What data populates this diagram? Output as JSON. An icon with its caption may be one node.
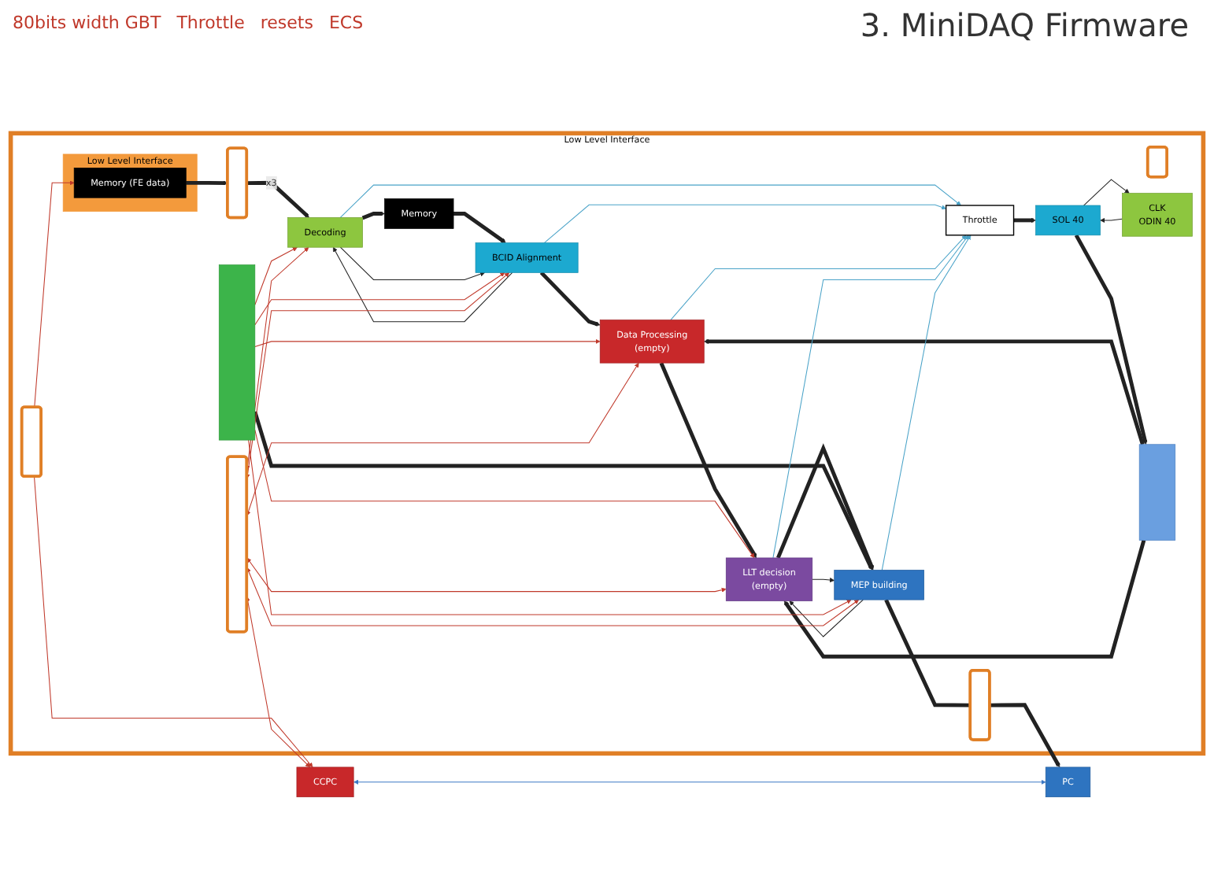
{
  "diagram": {
    "title": "3. MiniDAQ Firmware",
    "nodes": [
      {
        "text": [
          "Low Level Interface"
        ]
      },
      {
        "text": [
          "Low Level Interface"
        ],
        "in": 0
      },
      {
        "text": [
          "Memory (FE data)"
        ],
        "in": 1
      },
      {
        "text": [],
        "shape": "box",
        "in": 0
      },
      {
        "text": [],
        "shape": "box",
        "in": 0
      },
      {
        "text": [],
        "shape": "box",
        "in": 0
      },
      {
        "text": [],
        "shape": "box",
        "in": 0
      },
      {
        "text": [],
        "shape": "box",
        "in": 0
      },
      {
        "text": [
          "CLK",
          "ODIN 40"
        ],
        "in": 0
      },
      {
        "text": [
          "SOL 40"
        ],
        "in": 0
      },
      {
        "text": [
          "Throttle"
        ],
        "in": 0
      },
      {
        "text": [],
        "shape": "bar",
        "in": 0
      },
      {
        "text": [],
        "shape": "bar",
        "in": 0
      },
      {
        "text": [
          "Decoding"
        ],
        "in": 0
      },
      {
        "text": [
          "Memory"
        ],
        "in": 0
      },
      {
        "text": [
          "BCID Alignment"
        ],
        "in": 0
      },
      {
        "text": [
          "Data Processing",
          "(empty)"
        ],
        "in": 0
      },
      {
        "text": [
          "LLT decision",
          "(empty)"
        ],
        "in": 0
      },
      {
        "text": [
          "MEP building"
        ],
        "in": 0
      },
      {
        "text": [
          "CCPC"
        ]
      },
      {
        "text": [
          "PC"
        ]
      }
    ],
    "edges": [
      {
        "from": 3,
        "to": 2,
        "arrow": "to",
        "color": "#c0392b"
      },
      {
        "from": 3,
        "to": 19,
        "arrow": "to",
        "color": "#c0392b"
      },
      {
        "from": 2,
        "to": 4,
        "arrow": "to",
        "style": "thick"
      },
      {
        "from": 4,
        "to": 13,
        "arrow": "to",
        "label": "x3",
        "style": "thick"
      },
      {
        "from": 13,
        "to": 14,
        "arrow": "to",
        "style": "thick"
      },
      {
        "from": 14,
        "to": 15,
        "arrow": "to",
        "style": "thick"
      },
      {
        "from": 15,
        "to": 16,
        "arrow": "to",
        "style": "thick"
      },
      {
        "from": 16,
        "to": 17,
        "arrow": "to",
        "style": "thick"
      },
      {
        "from": 17,
        "to": 18,
        "arrow": "to",
        "style": "thick"
      },
      {
        "from": 18,
        "to": 5,
        "arrow": "none",
        "style": "thick"
      },
      {
        "from": 5,
        "to": 20,
        "arrow": "to",
        "style": "thick"
      },
      {
        "from": 9,
        "to": 8,
        "arrow": "to"
      },
      {
        "from": 8,
        "to": 9,
        "arrow": "to"
      },
      {
        "from": 10,
        "to": 9,
        "arrow": "to",
        "style": "thick"
      },
      {
        "from": 9,
        "to": 12,
        "arrow": "to",
        "style": "thick"
      },
      {
        "from": 12,
        "to": 16,
        "arrow": "to",
        "style": "thick"
      },
      {
        "from": 12,
        "to": 17,
        "arrow": "to",
        "style": "thick"
      },
      {
        "from": 11,
        "to": 18,
        "arrow": "to",
        "style": "thick"
      },
      {
        "from": 15,
        "to": 13,
        "arrow": "to"
      },
      {
        "from": 13,
        "to": 15,
        "arrow": "to"
      },
      {
        "from": 18,
        "to": 17,
        "arrow": "to"
      },
      {
        "from": 17,
        "to": 18,
        "arrow": "to"
      },
      {
        "from": 13,
        "to": 10,
        "arrow": "to",
        "color": "#4aa3c8"
      },
      {
        "from": 15,
        "to": 10,
        "arrow": "to",
        "color": "#4aa3c8"
      },
      {
        "from": 16,
        "to": 10,
        "arrow": "to",
        "color": "#4aa3c8"
      },
      {
        "from": 17,
        "to": 10,
        "arrow": "to",
        "color": "#4aa3c8"
      },
      {
        "from": 18,
        "to": 10,
        "arrow": "to",
        "color": "#4aa3c8"
      },
      {
        "from": 11,
        "to": 13,
        "arrow": "to",
        "color": "#c0392b"
      },
      {
        "from": 11,
        "to": 15,
        "arrow": "to",
        "color": "#c0392b"
      },
      {
        "from": 11,
        "to": 16,
        "arrow": "to",
        "color": "#c0392b"
      },
      {
        "from": 11,
        "to": 17,
        "arrow": "to",
        "color": "#c0392b"
      },
      {
        "from": 11,
        "to": 18,
        "arrow": "to",
        "color": "#c0392b"
      },
      {
        "from": 6,
        "to": 13,
        "arrow": "both",
        "color": "#c0392b"
      },
      {
        "from": 6,
        "to": 15,
        "arrow": "both",
        "color": "#c0392b"
      },
      {
        "from": 6,
        "to": 16,
        "arrow": "both",
        "color": "#c0392b"
      },
      {
        "from": 6,
        "to": 17,
        "arrow": "both",
        "color": "#c0392b"
      },
      {
        "from": 6,
        "to": 18,
        "arrow": "both",
        "color": "#c0392b"
      },
      {
        "from": 6,
        "to": 19,
        "arrow": "both",
        "color": "#c0392b"
      },
      {
        "from": 19,
        "to": 20,
        "arrow": "both",
        "color": "#3b78c4"
      }
    ],
    "labels": [
      "80bits width GBT",
      "Throttle",
      "resets",
      "ECS"
    ]
  }
}
